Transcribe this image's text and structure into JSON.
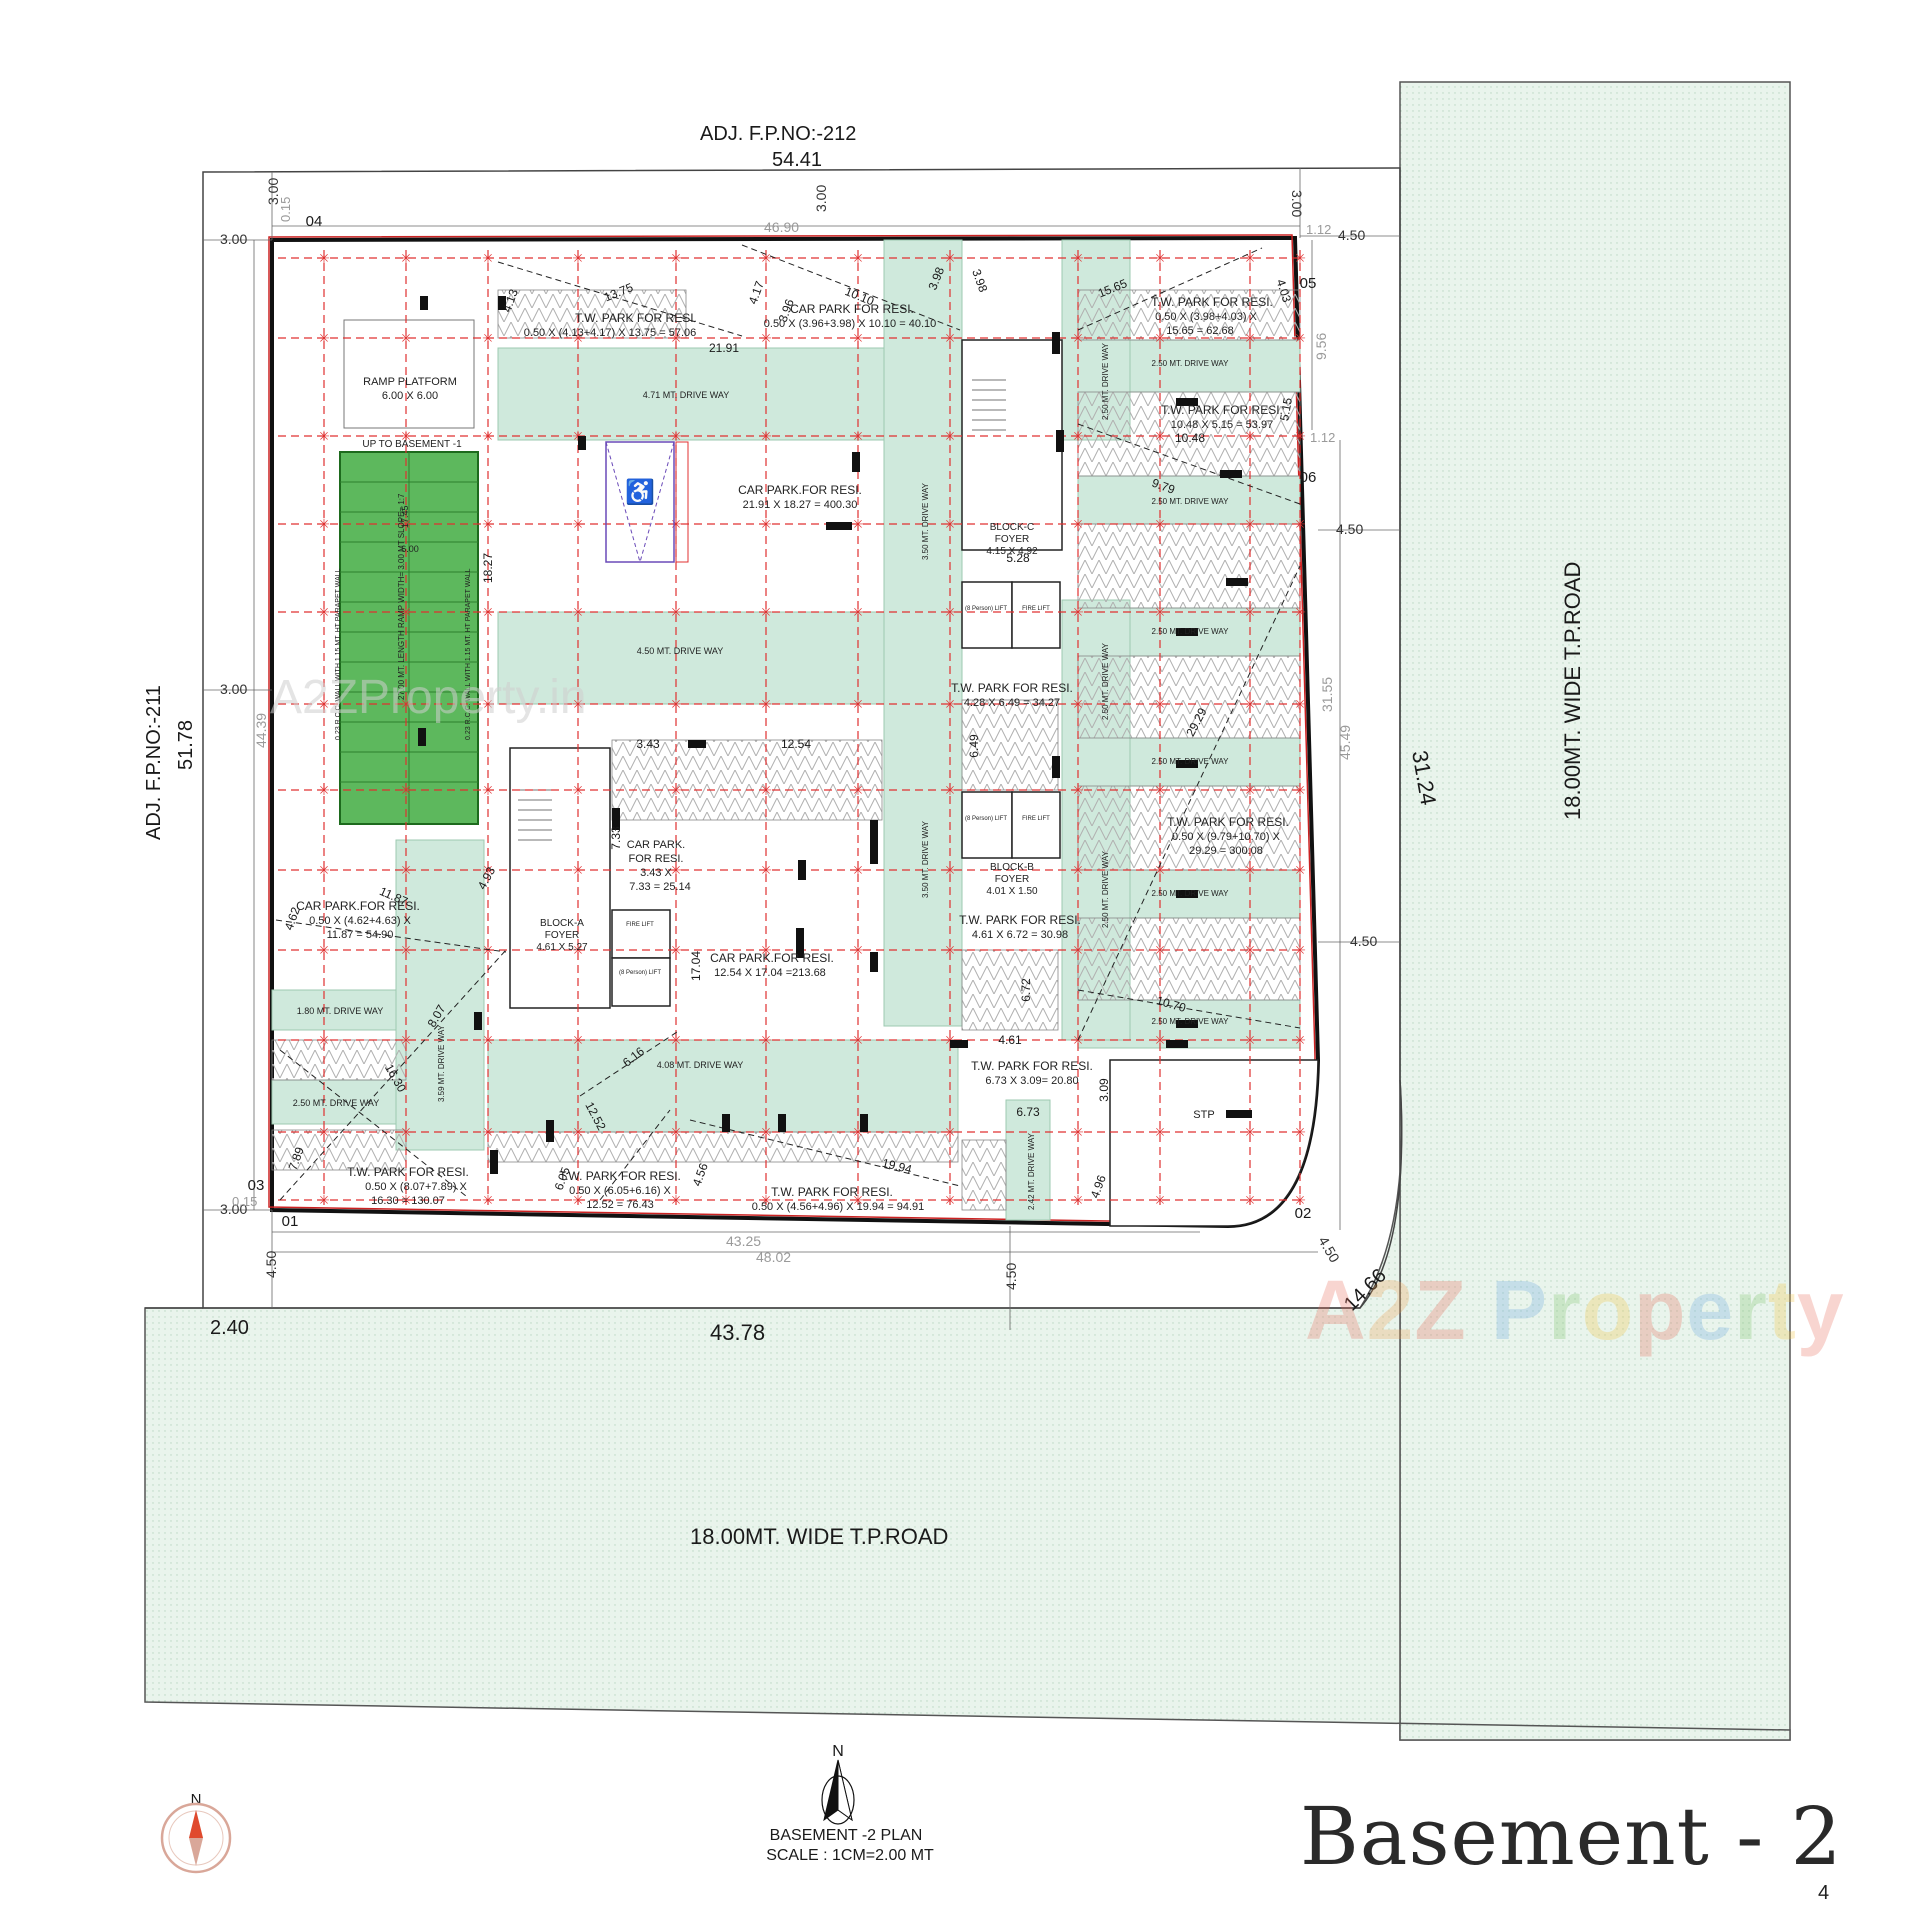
{
  "plot": {
    "adjacent_top": "ADJ.  F.P.NO:-212",
    "adjacent_top_length": "54.41",
    "adjacent_left": "ADJ.  F.P.NO:-211",
    "adjacent_left_length": "51.78",
    "road_right": "18.00MT. WIDE T.P.ROAD",
    "road_right_length": "31.24",
    "road_bottom": "18.00MT. WIDE T.P.ROAD",
    "road_bottom_length": "43.78",
    "corner_splay": "14.66",
    "offset_bottom_left": "2.40"
  },
  "setbacks": {
    "top_left": "3.00",
    "top_mid": "3.00",
    "top_right": "3.00",
    "left_top": "3.00",
    "left_mid": "3.00",
    "left_bottom": "3.00",
    "right_top": "4.50",
    "right_mid1": "4.50",
    "right_mid2": "4.50",
    "bottom_left": "4.50",
    "bottom_mid": "4.50",
    "bottom_right": "4.50",
    "edge_015a": "0.15",
    "edge_015b": "0.15",
    "edge_112a": "1.12",
    "edge_112b": "1.12"
  },
  "inner_dims": {
    "top_width": "46.90",
    "bottom_width1": "43.25",
    "bottom_width2": "48.02",
    "left_height": "44.39",
    "right_height1": "31.55",
    "right_height2": "45.49",
    "right_top_seg": "9.56"
  },
  "corners": [
    "01",
    "02",
    "03",
    "04",
    "05",
    "06"
  ],
  "areas": {
    "ramp_platform": "RAMP PLATFORM",
    "ramp_platform_size": "6.00 X 6.00",
    "up_to_basement": "UP TO BASEMENT -1",
    "ramp_text": "27.00 MT. LENGTH RAMP WIDTH= 3.00 MT SLOPE= 1:7",
    "ramp_wall_left": "0.23 R.C.C. WALL WITH 1.15 MT. HT PARAPET WALL",
    "ramp_wall_right": "0.23 R.C.C. WALL WITH 1.15 MT. HT PARAPET WALL",
    "ramp_len": "17.45",
    "ramp_w": "6.00",
    "tw_top_left_title": "T.W. PARK FOR RESI.",
    "tw_top_left_calc": "0.50 X (4.13+4.17) X 13.75 = 57.06",
    "car_top_title": "CAR PARK FOR RESI.",
    "car_top_calc": "0.50 X (3.96+3.98) X 10.10 = 40.10",
    "tw_top_right_title": "T.W. PARK FOR RESI.",
    "tw_top_right_calc1": "0.50 X (3.98+4.03) X",
    "tw_top_right_calc2": "15.65 = 62.68",
    "tw_right2_title": "T.W. PARK FOR RESI.",
    "tw_right2_calc": "10.48 X 5.15 = 53.97",
    "car_center_title": "CAR PARK.FOR RESI.",
    "car_center_calc": "21.91 X 18.27 = 400.30",
    "drive_471": "4.71 MT. DRIVE WAY",
    "drive_450": "4.50 MT. DRIVE WAY",
    "drive_350a": "3.50 MT. DRIVE WAY",
    "drive_350b": "3.50 MT. DRIVE WAY",
    "drive_250_list": [
      "2.50 MT. DRIVE WAY",
      "2.50 MT. DRIVE WAY",
      "2.50 MT. DRIVE WAY",
      "2.50 MT. DRIVE WAY",
      "2.50 MT. DRIVE WAY",
      "2.50 MT. DRIVE WAY"
    ],
    "drive_250_vert1": "2.50 MT. DRIVE WAY",
    "drive_250_vert2": "2.50 MT. DRIVE WAY",
    "drive_250_vert3": "2.50 MT. DRIVE WAY",
    "drive_180": "1.80 MT. DRIVE WAY",
    "drive_250_bl": "2.50 MT. DRIVE WAY",
    "drive_359": "3.59 MT. DRIVE WAY",
    "drive_408": "4.08 MT. DRIVE WAY",
    "drive_242": "2.42 MT. DRIVE WAY",
    "block_c": "BLOCK-C",
    "block_c_foyer": "FOYER",
    "block_c_size": "4.15 X 4.92",
    "block_b": "BLOCK-B",
    "block_b_foyer": "FOYER",
    "block_b_size": "4.01 X 1.50",
    "block_a": "BLOCK-A",
    "block_a_foyer": "FOYER",
    "block_a_size": "4.61 X 5.27",
    "lift_8p": "(8 Person) LIFT",
    "fire_lift": "FIRE LIFT",
    "tw_mid_title": "T.W. PARK FOR RESI.",
    "tw_mid_calc": "4.28 X 6.49 = 34.27",
    "tw_right3_title": "T.W. PARK FOR RESI.",
    "tw_right3_calc1": "0.50 X (9.79+10.70) X",
    "tw_right3_calc2": "29.29 = 300.08",
    "tw_b_title": "T.W. PARK FOR RESI.",
    "tw_b_calc": "4.61 X 6.72 = 30.98",
    "tw_stp_title": "T.W. PARK FOR RESI.",
    "tw_stp_calc": "6.73 X 3.09= 20.80",
    "stp": "STP",
    "car_small_title1": "CAR PARK.",
    "car_small_title2": "FOR RESI.",
    "car_small_calc1": "3.43 X",
    "car_small_calc2": "7.33 = 25.14",
    "car_left_title": "CAR PARK.FOR RESI.",
    "car_left_calc1": "0.50 X (4.62+4.63) X",
    "car_left_calc2": "11.87 = 54.90",
    "car_mid_title": "CAR PARK.FOR RESI.",
    "car_mid_calc": "12.54 X 17.04 =213.68",
    "tw_bl_title": "T.W. PARK FOR RESI.",
    "tw_bl_calc1": "0.50 X (8.07+7.89) X",
    "tw_bl_calc2": "16.30 = 130.07",
    "tw_bm_title": "T.W. PARK FOR RESI.",
    "tw_bm_calc1": "0.50 X (6.05+6.16) X",
    "tw_bm_calc2": "12.52 = 76.43",
    "tw_br_title": "T.W. PARK FOR RESI.",
    "tw_br_calc": "0.50 X (4.56+4.96) X 19.94 = 94.91"
  },
  "dim_labels": [
    "13.75",
    "4.13",
    "4.17",
    "3.96",
    "10.10",
    "3.98",
    "3.98",
    "15.65",
    "4.03",
    "5.15",
    "10.48",
    "21.91",
    "18.27",
    "9.79",
    "5.28",
    "6.49",
    "29.29",
    "3.43",
    "12.54",
    "7.33",
    "4.93",
    "11.87",
    "4.62",
    "17.04",
    "8.07",
    "16.30",
    "7.89",
    "6.16",
    "12.52",
    "6.05",
    "4.56",
    "19.94",
    "6.72",
    "4.61",
    "3.09",
    "6.73",
    "4.96",
    "10.70"
  ],
  "legend": {
    "north": "N",
    "title": "BASEMENT -2 PLAN",
    "scale": "SCALE : 1CM=2.00 MT",
    "heading": "Basement - 2",
    "page": "4"
  },
  "watermark": {
    "letters": [
      "A",
      "2",
      "Z",
      " ",
      "P",
      "r",
      "o",
      "p",
      "e",
      "r",
      "t",
      "y"
    ],
    "colors": [
      "#e86a5a",
      "#f0a050",
      "#e86a5a",
      "#ffffff",
      "#6aa8e0",
      "#7cc46a",
      "#f2c340",
      "#e86a5a",
      "#6aa8e0",
      "#7cc46a",
      "#f2c340",
      "#e86a5a"
    ],
    "faint": "A2ZProperty.in"
  },
  "colors": {
    "drive_fill": "#cfe9dc",
    "ramp_fill": "#5db85d",
    "boundary": "#cc2222",
    "grid": "#e03030",
    "road_fill": "#e6f2ea"
  }
}
